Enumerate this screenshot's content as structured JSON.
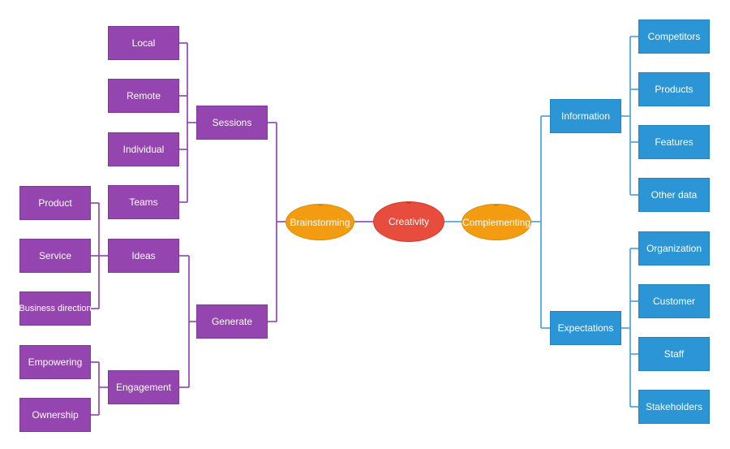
{
  "colors": {
    "purple-fill": "#9445b0",
    "purple-border": "#7d3a96",
    "purple-line": "#9850b8",
    "blue-fill": "#2b95d6",
    "blue-border": "#2484c2",
    "blue-line": "#55a7de",
    "orange-fill": "#f39c12",
    "orange-border": "#e08a00",
    "red-fill": "#e74c3c",
    "red-border": "#d43b2b",
    "label-text": "#ffffff"
  },
  "nodes": {
    "creativity": {
      "label": "Creativity"
    },
    "brainstorming": {
      "label": "Brainstorming"
    },
    "complementing": {
      "label": "Complementing"
    },
    "sessions": {
      "label": "Sessions"
    },
    "generate": {
      "label": "Generate"
    },
    "local": {
      "label": "Local"
    },
    "remote": {
      "label": "Remote"
    },
    "individual": {
      "label": "Individual"
    },
    "teams": {
      "label": "Teams"
    },
    "ideas": {
      "label": "Ideas"
    },
    "engagement": {
      "label": "Engagement"
    },
    "product": {
      "label": "Product"
    },
    "service": {
      "label": "Service"
    },
    "business_direction": {
      "label": "Business direction"
    },
    "empowering": {
      "label": "Empowering"
    },
    "ownership": {
      "label": "Ownership"
    },
    "information": {
      "label": "Information"
    },
    "expectations": {
      "label": "Expectations"
    },
    "competitors": {
      "label": "Competitors"
    },
    "products": {
      "label": "Products"
    },
    "features": {
      "label": "Features"
    },
    "other_data": {
      "label": "Other data"
    },
    "organization": {
      "label": "Organization"
    },
    "customer": {
      "label": "Customer"
    },
    "staff": {
      "label": "Staff"
    },
    "stakeholders": {
      "label": "Stakeholders"
    }
  },
  "edges": [
    [
      "Creativity",
      "Brainstorming"
    ],
    [
      "Creativity",
      "Complementing"
    ],
    [
      "Brainstorming",
      "Sessions"
    ],
    [
      "Brainstorming",
      "Generate"
    ],
    [
      "Sessions",
      "Local"
    ],
    [
      "Sessions",
      "Remote"
    ],
    [
      "Sessions",
      "Individual"
    ],
    [
      "Sessions",
      "Teams"
    ],
    [
      "Generate",
      "Ideas"
    ],
    [
      "Generate",
      "Engagement"
    ],
    [
      "Ideas",
      "Product"
    ],
    [
      "Ideas",
      "Service"
    ],
    [
      "Ideas",
      "Business direction"
    ],
    [
      "Engagement",
      "Empowering"
    ],
    [
      "Engagement",
      "Ownership"
    ],
    [
      "Complementing",
      "Information"
    ],
    [
      "Complementing",
      "Expectations"
    ],
    [
      "Information",
      "Competitors"
    ],
    [
      "Information",
      "Products"
    ],
    [
      "Information",
      "Features"
    ],
    [
      "Information",
      "Other data"
    ],
    [
      "Expectations",
      "Organization"
    ],
    [
      "Expectations",
      "Customer"
    ],
    [
      "Expectations",
      "Staff"
    ],
    [
      "Expectations",
      "Stakeholders"
    ]
  ]
}
